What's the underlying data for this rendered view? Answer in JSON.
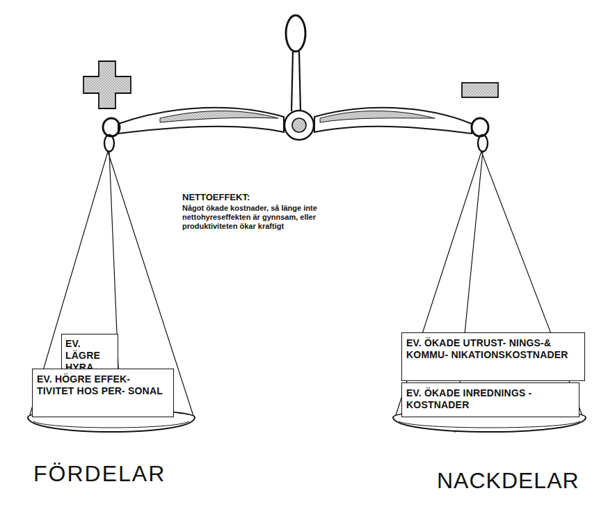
{
  "diagram": {
    "nodes": [
      {
        "text": [
          "EV. LÄGRE HYRA"
        ]
      },
      {
        "text": [
          "EV. HÖGRE EFFEK- TIVITET HOS PER- SONAL"
        ]
      },
      {
        "text": [
          "EV. ÖKADE UTRUST- NINGS-& KOMMU- NIKATIONSKOSTNADER"
        ]
      },
      {
        "text": [
          "EV. ÖKADE INREDNINGS - KOSTNADER"
        ]
      }
    ],
    "labels": [
      "NETTOEFFEKT:",
      "Något ökade kostnader, så länge inte nettohyreseffekten är gynnsam, eller produktiviteten ökar kraftigt",
      "FÖRDELAR",
      "NACKDELAR"
    ]
  }
}
